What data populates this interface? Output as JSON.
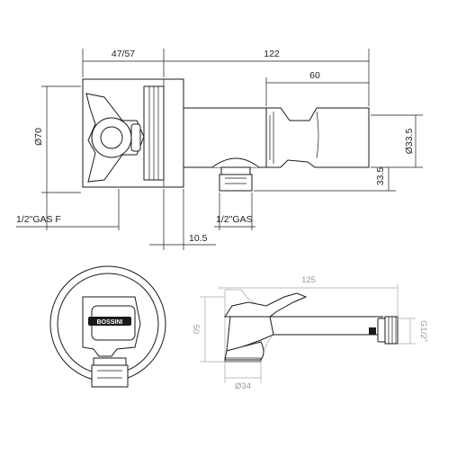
{
  "dimensions": {
    "top": {
      "handle_width": "47/57",
      "total_length": "122",
      "spout_length": "60",
      "body_diameter": "Ø70",
      "spout_diameter": "Ø33.5",
      "outlet_offset": "33.5",
      "inlet_thread": "1/2\"GAS F",
      "outlet_thread": "1/2\"GAS",
      "plate_depth": "10.5"
    },
    "bottom": {
      "shower_length": "125",
      "shower_height": "50",
      "head_diameter": "Ø34",
      "connection_thread": "G1/2\""
    }
  },
  "brand_mark": "BOSSINI",
  "colors": {
    "line": "#1a1a1a",
    "light_line": "#a8a8a8",
    "background": "#ffffff"
  }
}
